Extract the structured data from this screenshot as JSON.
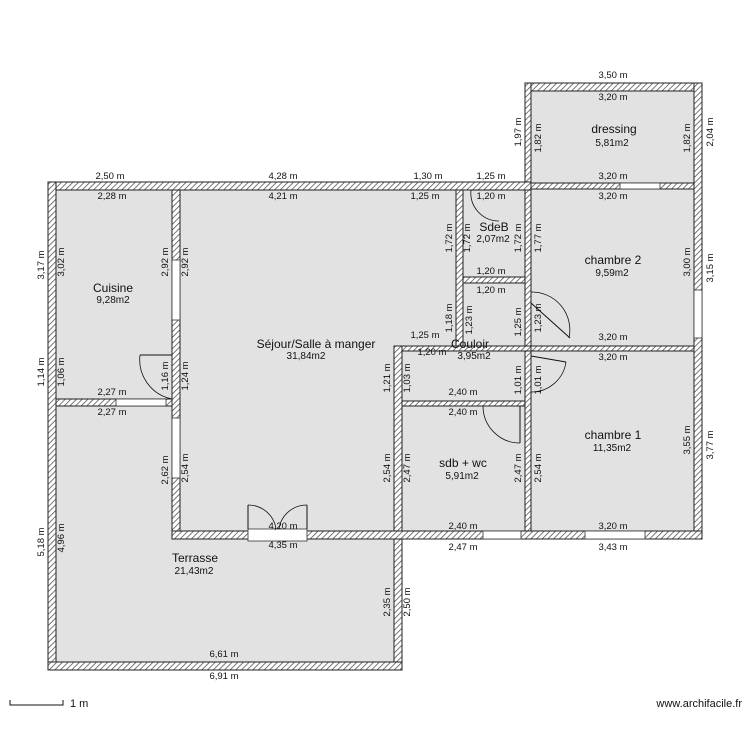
{
  "rooms": [
    {
      "name": "dressing",
      "area": "5,81m2"
    },
    {
      "name": "SdeB",
      "area": "2,07m2"
    },
    {
      "name": "chambre 2",
      "area": "9,59m2"
    },
    {
      "name": "Cuisine",
      "area": "9,28m2"
    },
    {
      "name": "Séjour/Salle à manger",
      "area": "31,84m2"
    },
    {
      "name": "Couloir",
      "area": "3,95m2"
    },
    {
      "name": "chambre 1",
      "area": "11,35m2"
    },
    {
      "name": "sdb + wc",
      "area": "5,91m2"
    },
    {
      "name": "Terrasse",
      "area": "21,43m2"
    }
  ],
  "dimensions": [
    "3,50 m",
    "3,20 m",
    "1,97 m",
    "1,82 m",
    "1,82 m",
    "2,04 m",
    "2,50 m",
    "2,28 m",
    "4,28 m",
    "4,21 m",
    "1,30 m",
    "1,25 m",
    "1,25 m",
    "1,20 m",
    "3,20 m",
    "3,20 m",
    "3,17 m",
    "3,02 m",
    "2,92 m",
    "2,92 m",
    "1,72 m",
    "1,72 m",
    "1,72 m",
    "1,77 m",
    "1,20 m",
    "1,20 m",
    "3,00 m",
    "3,15 m",
    "1,18 m",
    "1,23 m",
    "1,25 m",
    "1,23 m",
    "1,25 m",
    "1,20 m",
    "3,20 m",
    "3,20 m",
    "1,14 m",
    "1,06 m",
    "1,16 m",
    "1,24 m",
    "1,21 m",
    "1,03 m",
    "1,01 m",
    "1,01 m",
    "2,27 m",
    "2,27 m",
    "2,40 m",
    "2,40 m",
    "2,62 m",
    "2,54 m",
    "2,54 m",
    "2,47 m",
    "2,47 m",
    "2,54 m",
    "3,55 m",
    "3,77 m",
    "4,20 m",
    "4,35 m",
    "2,40 m",
    "2,47 m",
    "3,20 m",
    "3,43 m",
    "5,18 m",
    "4,96 m",
    "2,35 m",
    "2,50 m",
    "6,61 m",
    "6,91 m"
  ],
  "scale_label": "1 m",
  "brand": "www.archifacile.fr",
  "colors": {
    "floor": "#e2e2e2",
    "wall_stroke": "#222222",
    "hatch": "#555555"
  }
}
